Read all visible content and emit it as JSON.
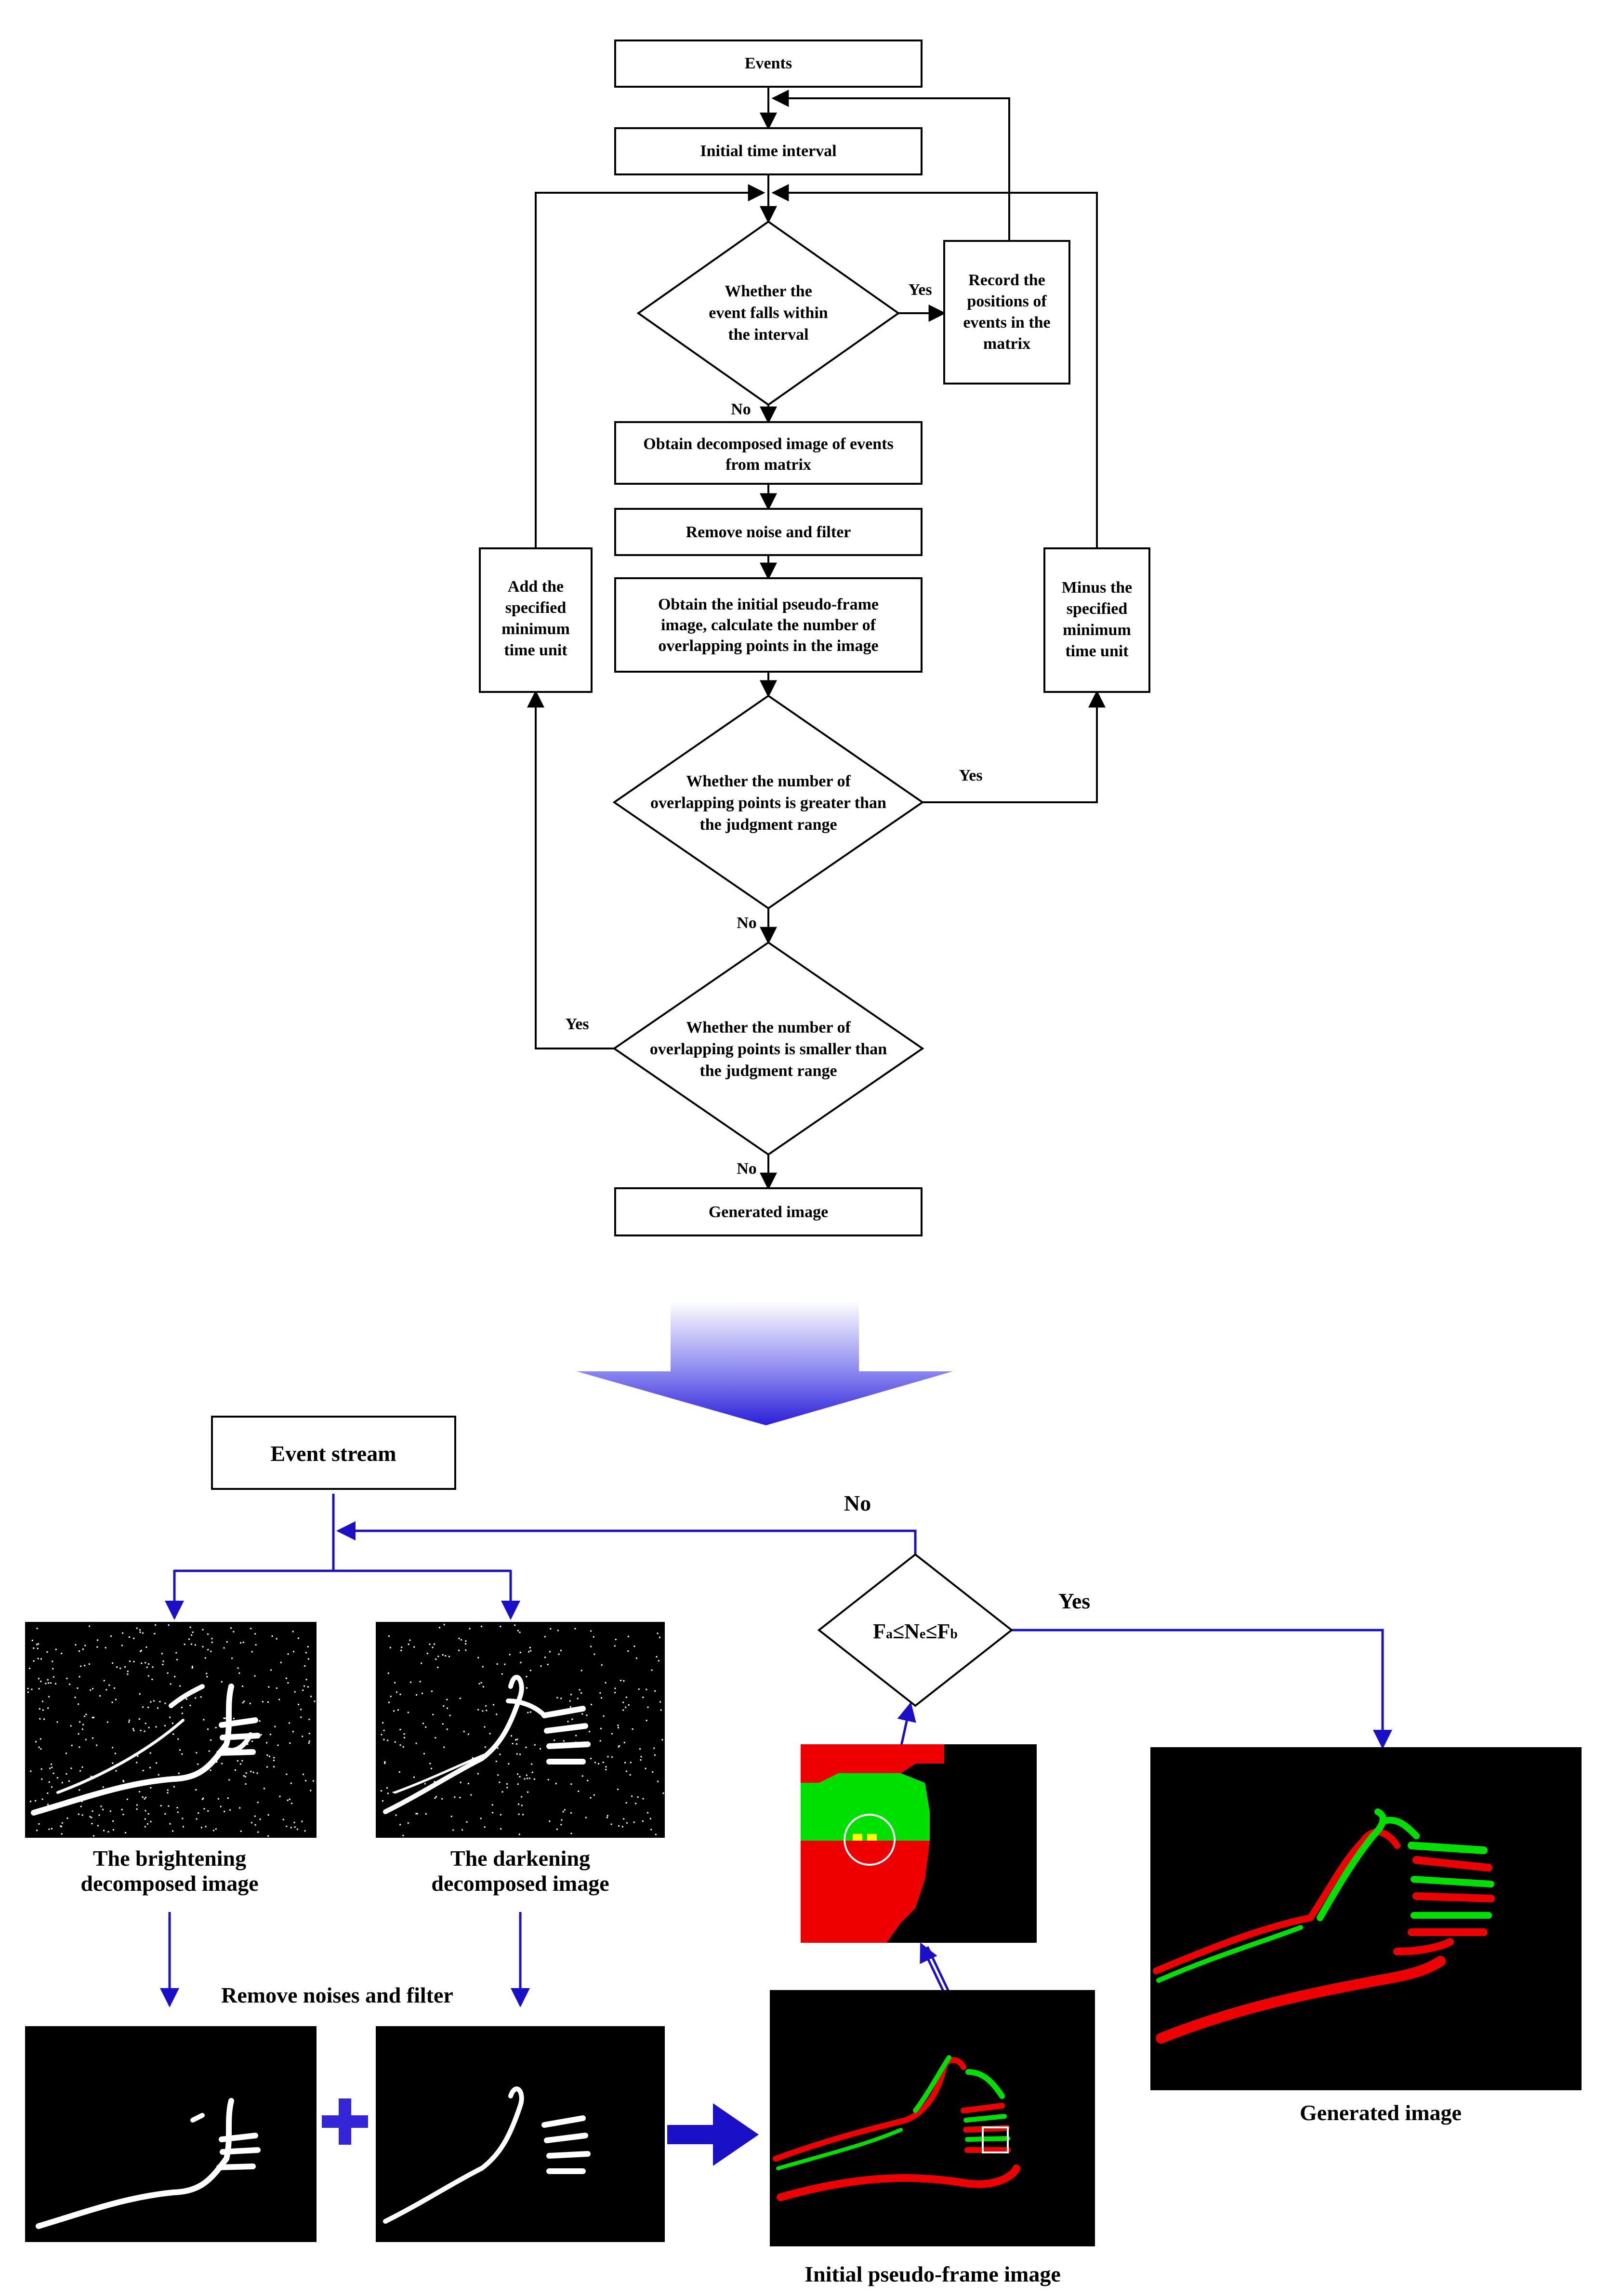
{
  "flowchart": {
    "events": "Events",
    "initial_interval": "Initial time interval",
    "decision1": [
      "Whether the",
      "event falls within",
      "the interval"
    ],
    "record": [
      "Record the",
      "positions of",
      "events in the",
      "matrix"
    ],
    "obtain_decomposed": [
      "Obtain decomposed image of events",
      "from matrix"
    ],
    "remove_noise": "Remove noise and filter",
    "obtain_initial": [
      "Obtain the initial pseudo-frame",
      "image, calculate the number of",
      "overlapping points in the image"
    ],
    "add_unit": [
      "Add the",
      "specified",
      "minimum",
      "time unit"
    ],
    "minus_unit": [
      "Minus the",
      "specified",
      "minimum",
      "time unit"
    ],
    "decision2": [
      "Whether the number of",
      "overlapping points is greater than",
      "the judgment range"
    ],
    "decision3": [
      "Whether the number of",
      "overlapping points is smaller than",
      "the judgment range"
    ],
    "generated": "Generated image",
    "yes": "Yes",
    "no": "No"
  },
  "pipeline": {
    "event_stream": "Event stream",
    "no": "No",
    "yes": "Yes",
    "condition_parts": [
      "F",
      "a",
      "≤N",
      "e",
      "≤F",
      "b"
    ],
    "brightening": [
      "The brightening",
      "decomposed image"
    ],
    "darkening": [
      "The darkening",
      "decomposed image"
    ],
    "remove_noises": "Remove noises and filter",
    "plus": "+",
    "initial_pseudo_frame": "Initial pseudo-frame image",
    "generated": "Generated image"
  },
  "colors": {
    "flow_blue": "#1a10c8",
    "event_green": "#00e000",
    "event_red": "#ee0000",
    "overlap_yellow": "#ffff00",
    "image_bg": "#000000"
  }
}
